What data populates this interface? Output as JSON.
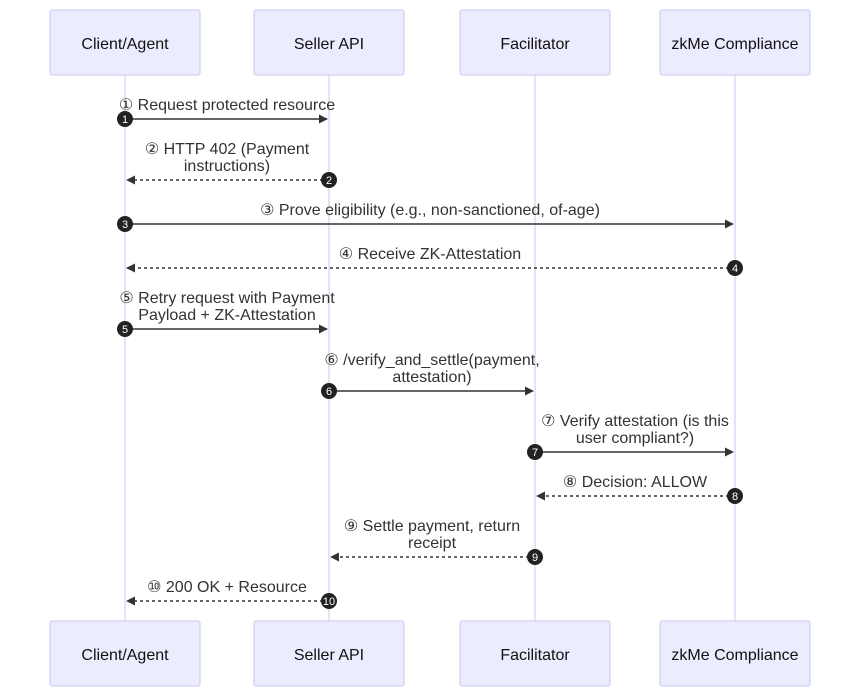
{
  "participants": [
    {
      "id": "client",
      "label": "Client/Agent"
    },
    {
      "id": "seller",
      "label": "Seller API"
    },
    {
      "id": "facilitator",
      "label": "Facilitator"
    },
    {
      "id": "zkme",
      "label": "zkMe Compliance"
    }
  ],
  "messages": [
    {
      "num": "1",
      "from": "client",
      "to": "seller",
      "style": "solid",
      "lines": [
        "① Request protected resource"
      ]
    },
    {
      "num": "2",
      "from": "seller",
      "to": "client",
      "style": "dashed",
      "lines": [
        "② HTTP 402 (Payment",
        "instructions)"
      ]
    },
    {
      "num": "3",
      "from": "client",
      "to": "zkme",
      "style": "solid",
      "lines": [
        "③ Prove eligibility (e.g., non-sanctioned, of-age)"
      ]
    },
    {
      "num": "4",
      "from": "zkme",
      "to": "client",
      "style": "dashed",
      "lines": [
        "④ Receive ZK-Attestation"
      ]
    },
    {
      "num": "5",
      "from": "client",
      "to": "seller",
      "style": "solid",
      "lines": [
        "⑤ Retry request with Payment",
        "Payload + ZK-Attestation"
      ]
    },
    {
      "num": "6",
      "from": "seller",
      "to": "facilitator",
      "style": "solid",
      "lines": [
        "⑥ /verify_and_settle(payment,",
        "attestation)"
      ]
    },
    {
      "num": "7",
      "from": "facilitator",
      "to": "zkme",
      "style": "solid",
      "lines": [
        "⑦ Verify attestation (is this",
        "user compliant?)"
      ]
    },
    {
      "num": "8",
      "from": "zkme",
      "to": "facilitator",
      "style": "dashed",
      "lines": [
        "⑧ Decision: ALLOW"
      ]
    },
    {
      "num": "9",
      "from": "facilitator",
      "to": "seller",
      "style": "dashed",
      "lines": [
        "⑨ Settle payment, return",
        "receipt"
      ]
    },
    {
      "num": "10",
      "from": "seller",
      "to": "client",
      "style": "dashed",
      "lines": [
        "⑩ 200 OK + Resource"
      ]
    }
  ]
}
